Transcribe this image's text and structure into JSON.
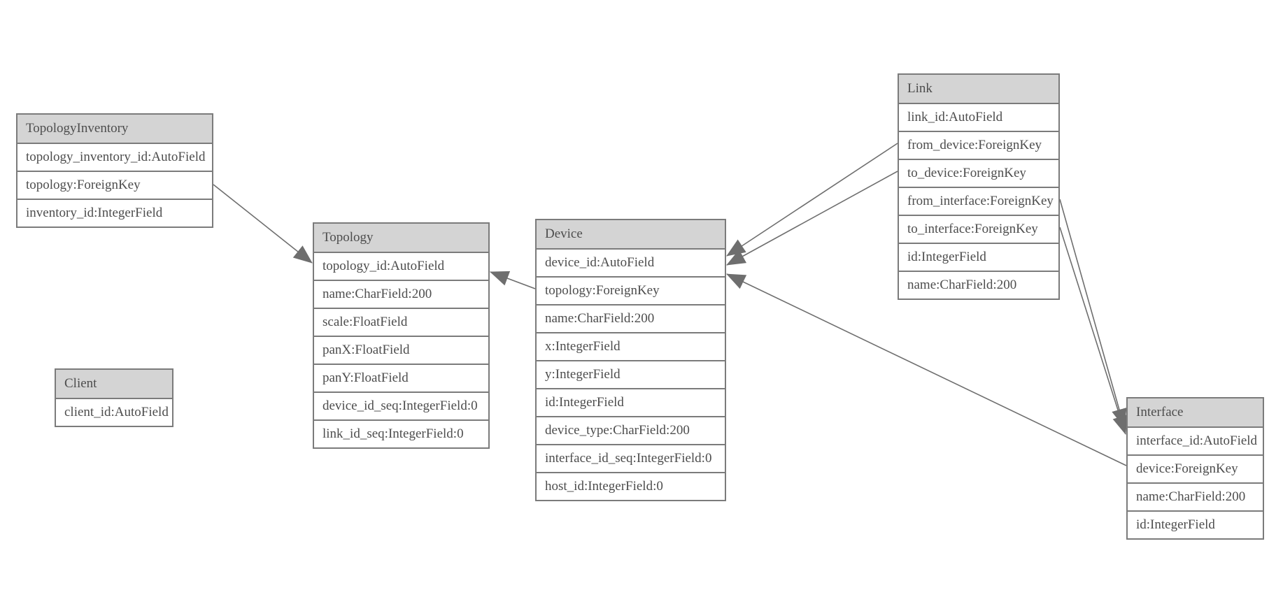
{
  "colors": {
    "header_fill": "#d4d4d4",
    "border": "#7b7b7b",
    "text": "#4d4d4d",
    "line": "#6e6e6e"
  },
  "tables": {
    "topology_inventory": {
      "title": "TopologyInventory",
      "fields": [
        "topology_inventory_id:AutoField",
        "topology:ForeignKey",
        "inventory_id:IntegerField"
      ]
    },
    "topology": {
      "title": "Topology",
      "fields": [
        "topology_id:AutoField",
        "name:CharField:200",
        "scale:FloatField",
        "panX:FloatField",
        "panY:FloatField",
        "device_id_seq:IntegerField:0",
        "link_id_seq:IntegerField:0"
      ]
    },
    "client": {
      "title": "Client",
      "fields": [
        "client_id:AutoField"
      ]
    },
    "device": {
      "title": "Device",
      "fields": [
        "device_id:AutoField",
        "topology:ForeignKey",
        "name:CharField:200",
        "x:IntegerField",
        "y:IntegerField",
        "id:IntegerField",
        "device_type:CharField:200",
        "interface_id_seq:IntegerField:0",
        "host_id:IntegerField:0"
      ]
    },
    "link": {
      "title": "Link",
      "fields": [
        "link_id:AutoField",
        "from_device:ForeignKey",
        "to_device:ForeignKey",
        "from_interface:ForeignKey",
        "to_interface:ForeignKey",
        "id:IntegerField",
        "name:CharField:200"
      ]
    },
    "interface": {
      "title": "Interface",
      "fields": [
        "interface_id:AutoField",
        "device:ForeignKey",
        "name:CharField:200",
        "id:IntegerField"
      ]
    }
  },
  "connections": [
    {
      "from": "TopologyInventory.topology",
      "to": "Topology"
    },
    {
      "from": "Device.topology",
      "to": "Topology"
    },
    {
      "from": "Link.from_device",
      "to": "Device"
    },
    {
      "from": "Link.to_device",
      "to": "Device"
    },
    {
      "from": "Interface.device",
      "to": "Device"
    },
    {
      "from": "Link.from_interface",
      "to": "Interface"
    },
    {
      "from": "Link.to_interface",
      "to": "Interface"
    }
  ]
}
